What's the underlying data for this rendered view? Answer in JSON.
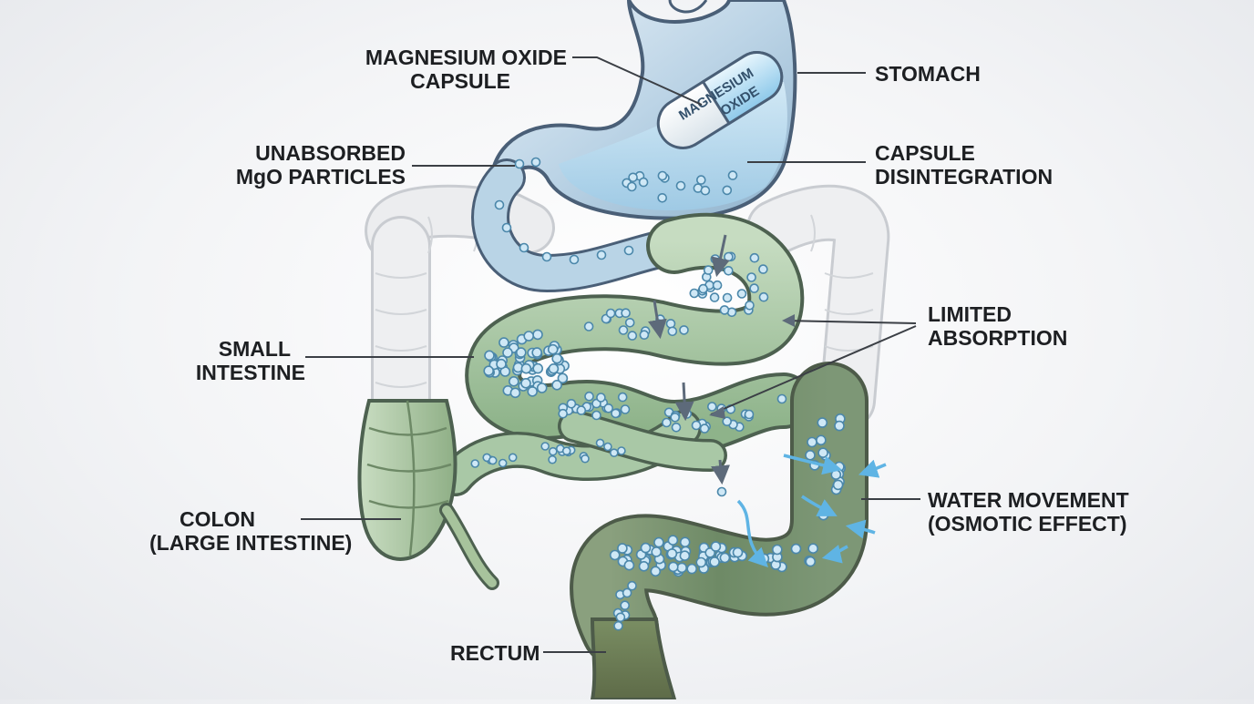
{
  "labels": {
    "capsule": {
      "line1": "MAGNESIUM OXIDE",
      "line2": "CAPSULE"
    },
    "stomach": "STOMACH",
    "unabsorbed": {
      "line1": "UNABSORBED",
      "line2": "MgO PARTICLES"
    },
    "disintegration": {
      "line1": "CAPSULE",
      "line2": "DISINTEGRATION"
    },
    "limited": {
      "line1": "LIMITED",
      "line2": "ABSORPTION"
    },
    "small_intestine": {
      "line1": "SMALL",
      "line2": "INTESTINE"
    },
    "colon": {
      "line1": "COLON",
      "line2": "(LARGE INTESTINE)"
    },
    "water": {
      "line1": "WATER MOVEMENT",
      "line2": "(OSMOTIC EFFECT)"
    },
    "rectum": "RECTUM"
  },
  "capsule_print": {
    "line1": "MAGNESIUM",
    "line2": "OXIDE"
  },
  "colors": {
    "stomach_fill": "#bcd4e6",
    "stomach_outline": "#4a5f77",
    "small_intestine_fill": "#a9c8a6",
    "colon_fill": "#9fba94",
    "large_intestine_ghost": "#e4e6e9",
    "particle_fill": "#cfe8f6",
    "particle_stroke": "#4b87aa",
    "water_arrow": "#63b8e6",
    "leader_line": "#3b3f45"
  }
}
